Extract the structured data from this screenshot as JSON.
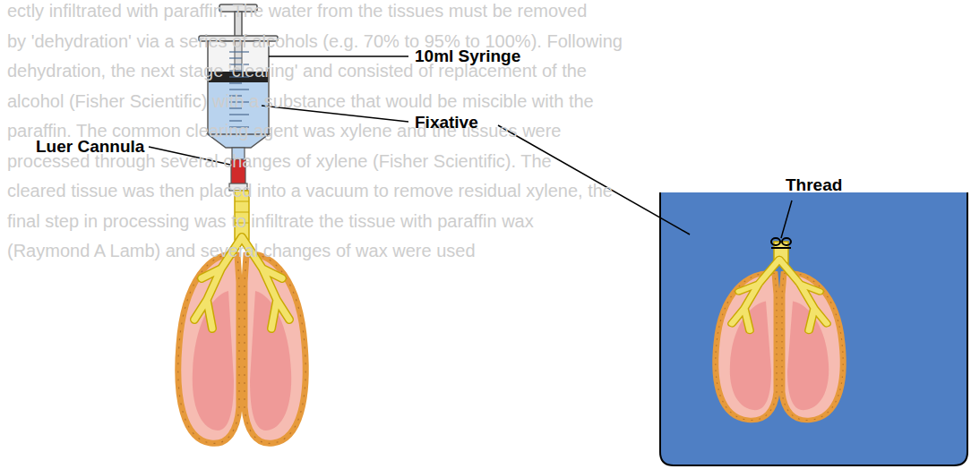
{
  "diagram": {
    "labels": [
      "10ml Syringe",
      "Fixative",
      "Luer Cannula",
      "Thread",
      "ectly infiltrated with paraffin. The water from the tissues must be removed",
      "by 'dehydration' via a series of alcohols (e.g. 70% to 95% to 100%). Following",
      "dehydration, the next stage 'clearing' and consisted of replacement of the",
      "alcohol (Fisher Scientific) with a substance that would be miscible with the",
      "paraffin. The common clearing agent was xylene and the tissues were",
      "processed through several changes of xylene (Fisher Scientific). The",
      "cleared tissue was then placed into a vacuum to remove residual xylene, the",
      "final step in processing was to infiltrate the tissue with paraffin wax",
      "(Raymond A Lamb) and several changes of wax were used"
    ]
  }
}
